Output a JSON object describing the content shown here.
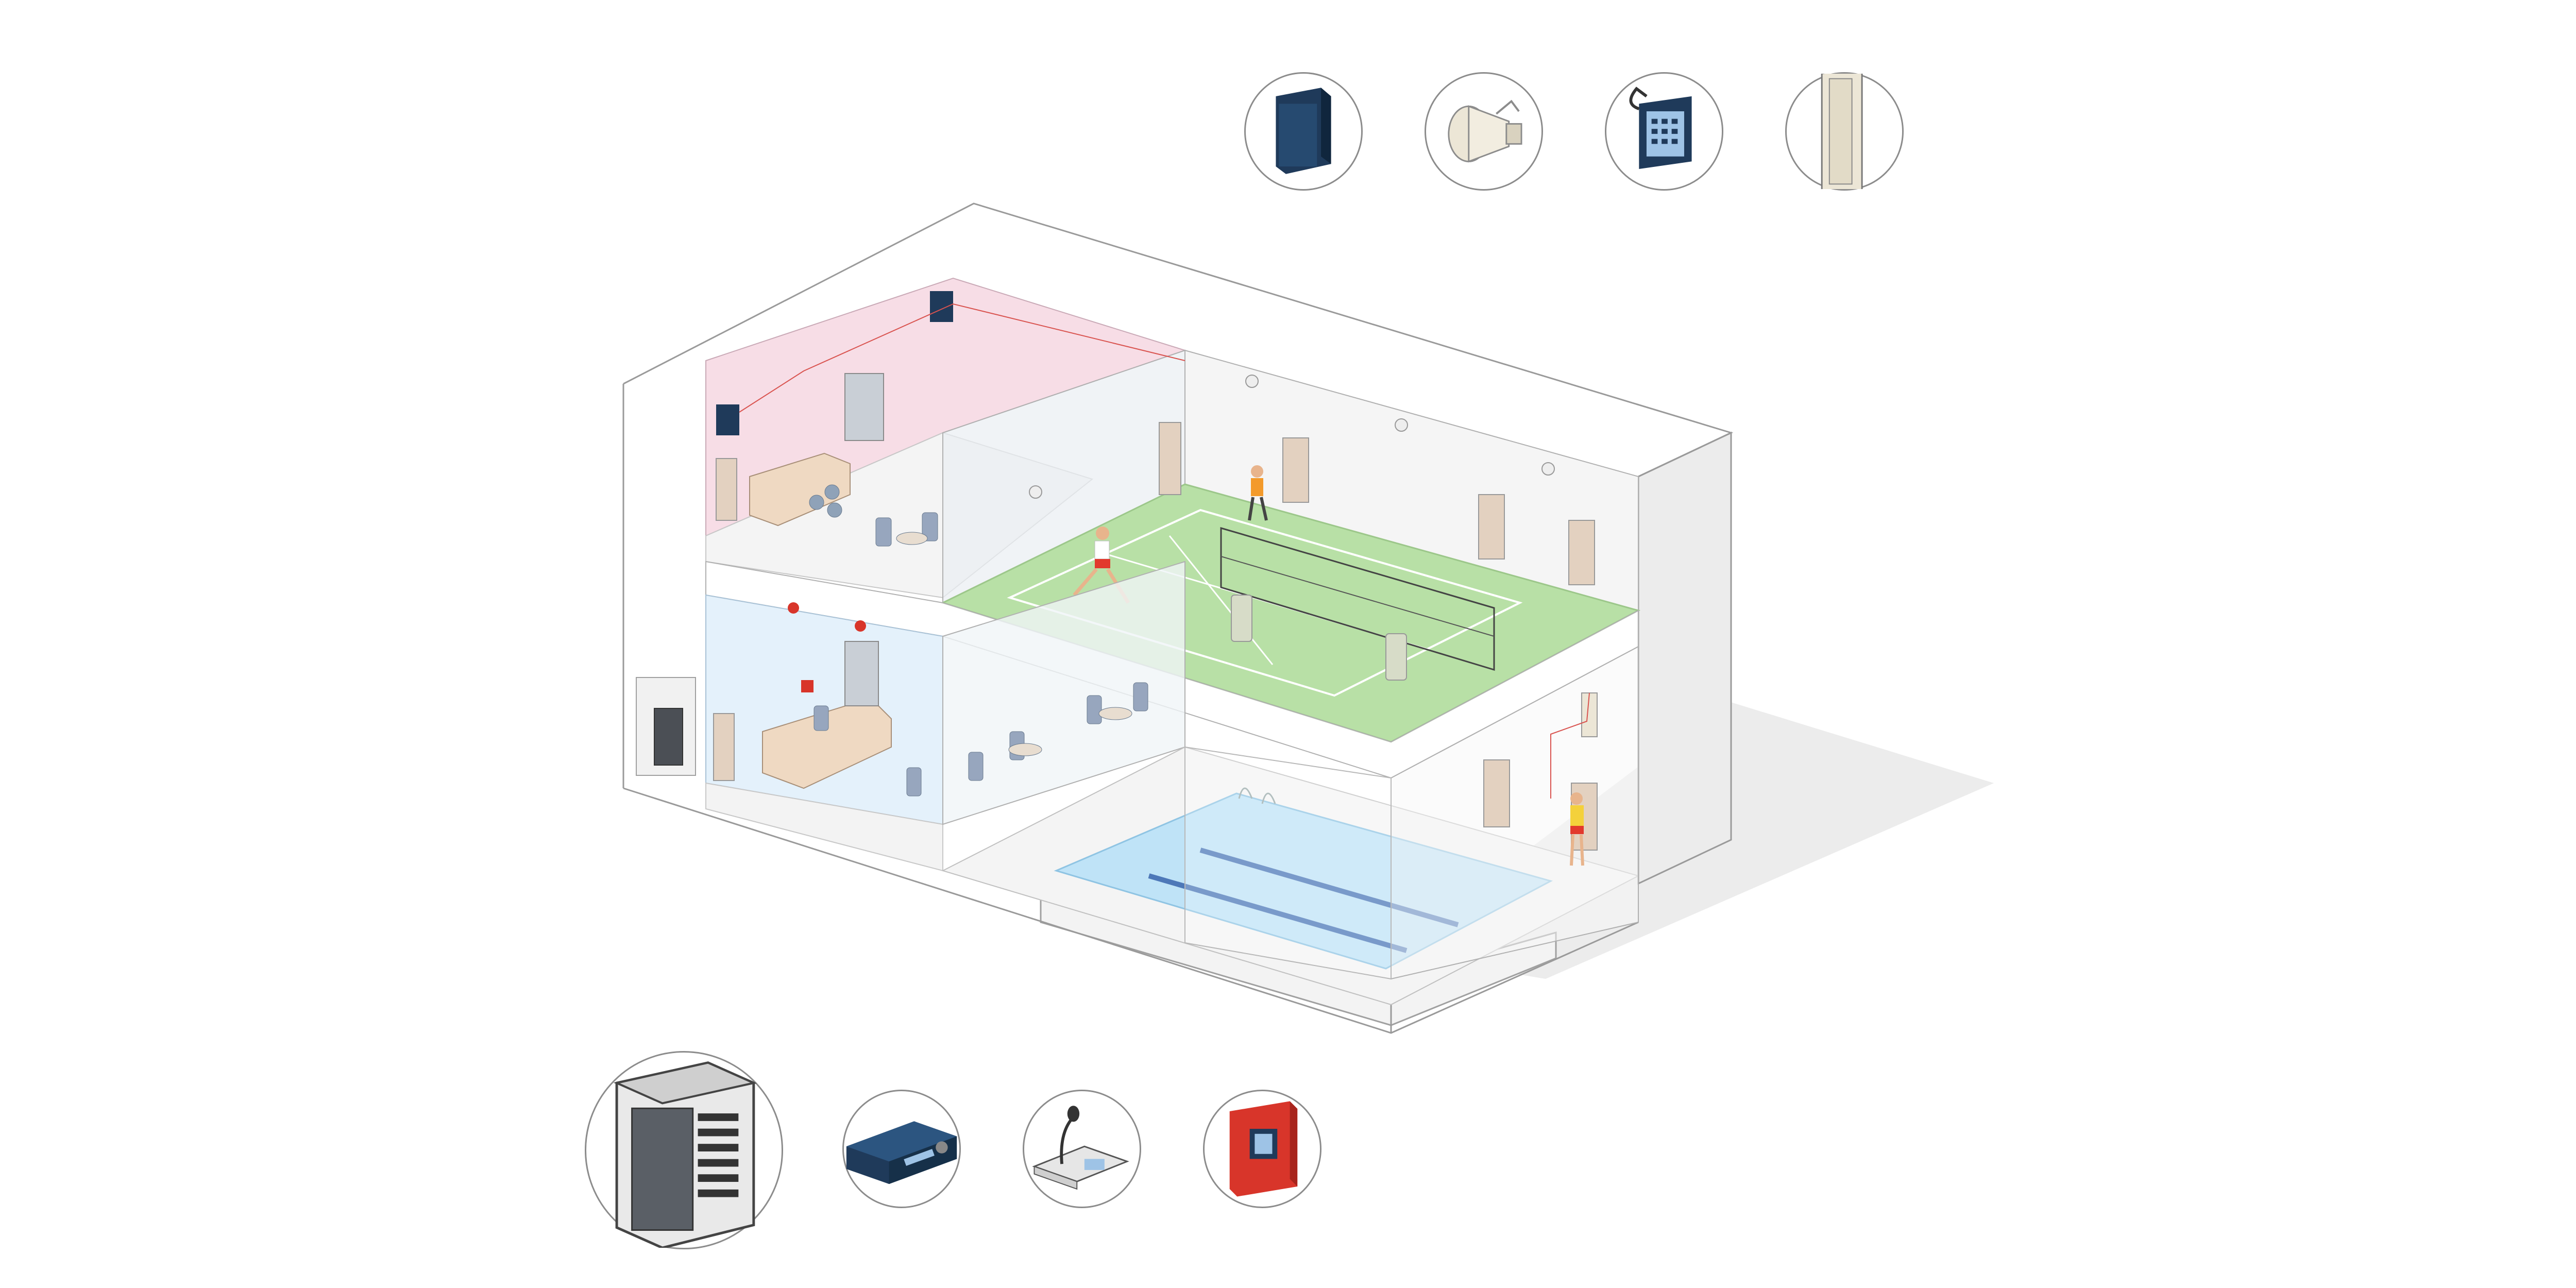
{
  "diagram": {
    "kind": "isometric building cutaway with public address system",
    "palette": {
      "outline": "#9a9a9a",
      "wall_fill": "#f7f7f7",
      "lobby_pink": "#f7dde6",
      "reception_blue": "#e4f1fb",
      "court_green": "#b8e0a6",
      "pool_water": "#bfe3f7",
      "pool_lane": "#4d78b8",
      "tile": "#f2f2f2",
      "shadow": "#e9e9e9",
      "device_navy": "#1f3a5a",
      "device_red": "#d8352a",
      "device_beige": "#ece6d6",
      "wiring": "#d9534f"
    },
    "rooms": [
      {
        "id": "upper-lobby",
        "tone": "pink"
      },
      {
        "id": "badminton-court",
        "tone": "green"
      },
      {
        "id": "reception",
        "tone": "blue"
      },
      {
        "id": "cafe",
        "tone": "white"
      },
      {
        "id": "swimming-pool",
        "tone": "water"
      }
    ],
    "top_devices": [
      {
        "id": "cabinet-speaker",
        "icon": "cabinet-speaker-icon"
      },
      {
        "id": "horn-speaker",
        "icon": "horn-speaker-icon"
      },
      {
        "id": "paging-keypad",
        "icon": "paging-keypad-icon"
      },
      {
        "id": "column-speaker",
        "icon": "column-speaker-icon"
      }
    ],
    "bottom_devices": [
      {
        "id": "equipment-rack",
        "icon": "equipment-rack-icon"
      },
      {
        "id": "amplifier",
        "icon": "amplifier-icon"
      },
      {
        "id": "paging-microphone",
        "icon": "paging-microphone-icon"
      },
      {
        "id": "fire-alarm-panel",
        "icon": "fire-alarm-panel-icon"
      }
    ]
  }
}
